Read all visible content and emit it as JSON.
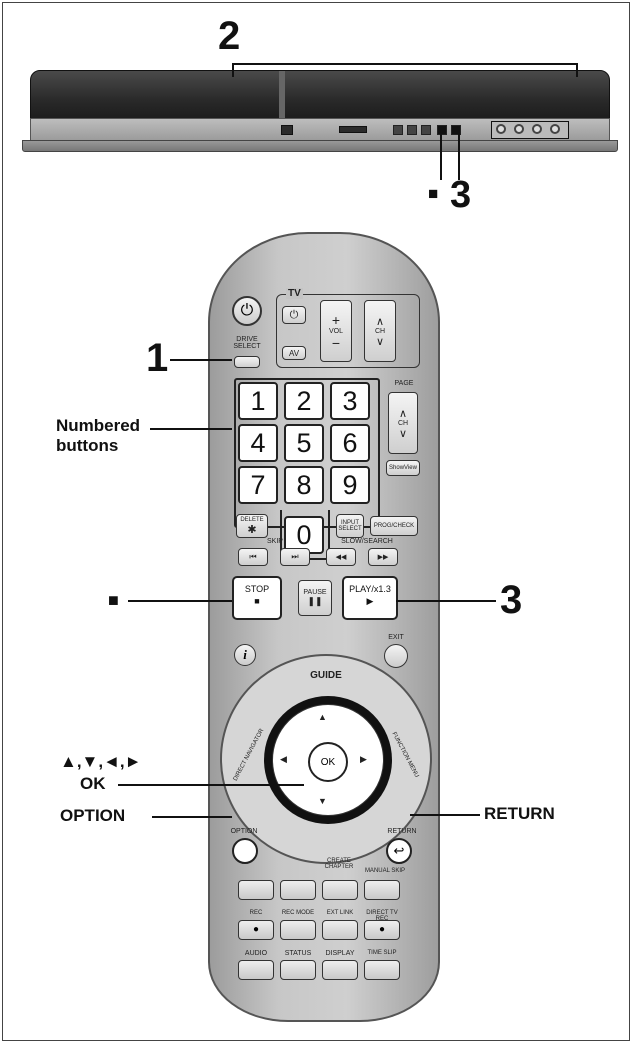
{
  "callouts": {
    "device_number": "2",
    "front_stop_symbol": "■",
    "front_play_number": "3",
    "remote_drive_number": "1",
    "remote_play_number": "3",
    "stop_symbol": "■",
    "numbered_buttons_line1": "Numbered",
    "numbered_buttons_line2": "buttons",
    "arrows_label": "▲,▼,◄,►",
    "ok_label": "OK",
    "option_label": "OPTION",
    "return_label": "RETURN"
  },
  "remote": {
    "tv_label": "TV",
    "vol_label": "VOL",
    "ch_label": "CH",
    "av_label": "AV",
    "drive_select_label": "DRIVE\nSELECT",
    "page_label": "PAGE",
    "numbers": [
      "1",
      "2",
      "3",
      "4",
      "5",
      "6",
      "7",
      "8",
      "9",
      "0"
    ],
    "show_view_label": "ShowView",
    "delete_label": "DELETE",
    "delete_glyph": "✱",
    "input_select_label": "INPUT\nSELECT",
    "prog_check_label": "PROG/CHECK",
    "skip_label": "SKIP",
    "slow_search_label": "SLOW/SEARCH",
    "skip_prev_glyph": "⏮",
    "skip_next_glyph": "⏭",
    "rew_glyph": "◀◀",
    "ff_glyph": "▶▶",
    "stop_label": "STOP",
    "stop_glyph": "■",
    "pause_label": "PAUSE",
    "pause_glyph": "❚❚",
    "play_label": "PLAY/x1.3",
    "play_glyph": "▶",
    "info_glyph": "i",
    "exit_label": "EXIT",
    "guide_label": "GUIDE",
    "direct_navigator_label": "DIRECT NAVIGATOR",
    "function_menu_label": "FUNCTION MENU",
    "ok_label": "OK",
    "option_label": "OPTION",
    "return_label": "RETURN",
    "create_chapter_label": "CREATE\nCHAPTER",
    "manual_skip_label": "MANUAL SKIP",
    "rec_label": "REC",
    "rec_mode_label": "REC MODE",
    "ext_link_label": "EXT LINK",
    "direct_tv_rec_label": "DIRECT TV REC",
    "audio_label": "AUDIO",
    "status_label": "STATUS",
    "display_label": "DISPLAY",
    "time_slip_label": "TIME SLIP"
  }
}
